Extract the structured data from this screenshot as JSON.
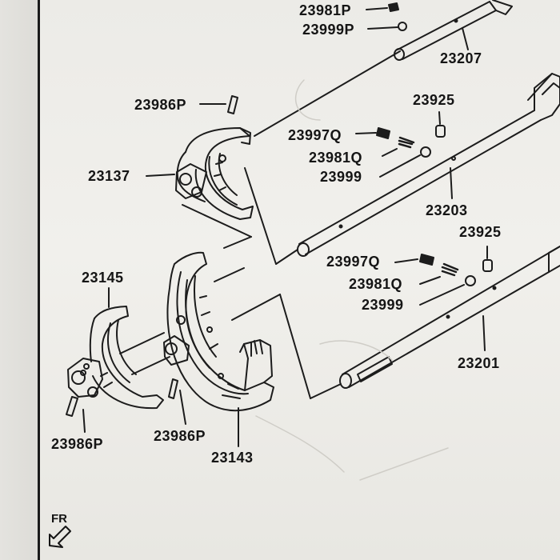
{
  "labels": {
    "p23981p": "23981P",
    "p23999p": "23999P",
    "p23207": "23207",
    "p23986p_top": "23986P",
    "p23925_top": "23925",
    "p23997q_top": "23997Q",
    "p23981q_top": "23981Q",
    "p23999_top": "23999",
    "p23137": "23137",
    "p23203": "23203",
    "p23925_mid": "23925",
    "p23997q_mid": "23997Q",
    "p23981q_mid": "23981Q",
    "p23999_mid": "23999",
    "p23145": "23145",
    "p23201": "23201",
    "p23986p_left": "23986P",
    "p23986p_right": "23986P",
    "p23143": "23143"
  },
  "direction": {
    "label": "FR"
  },
  "colors": {
    "ink": "#151515",
    "paper": "#eceae6",
    "frame": "#1a1a1a"
  }
}
